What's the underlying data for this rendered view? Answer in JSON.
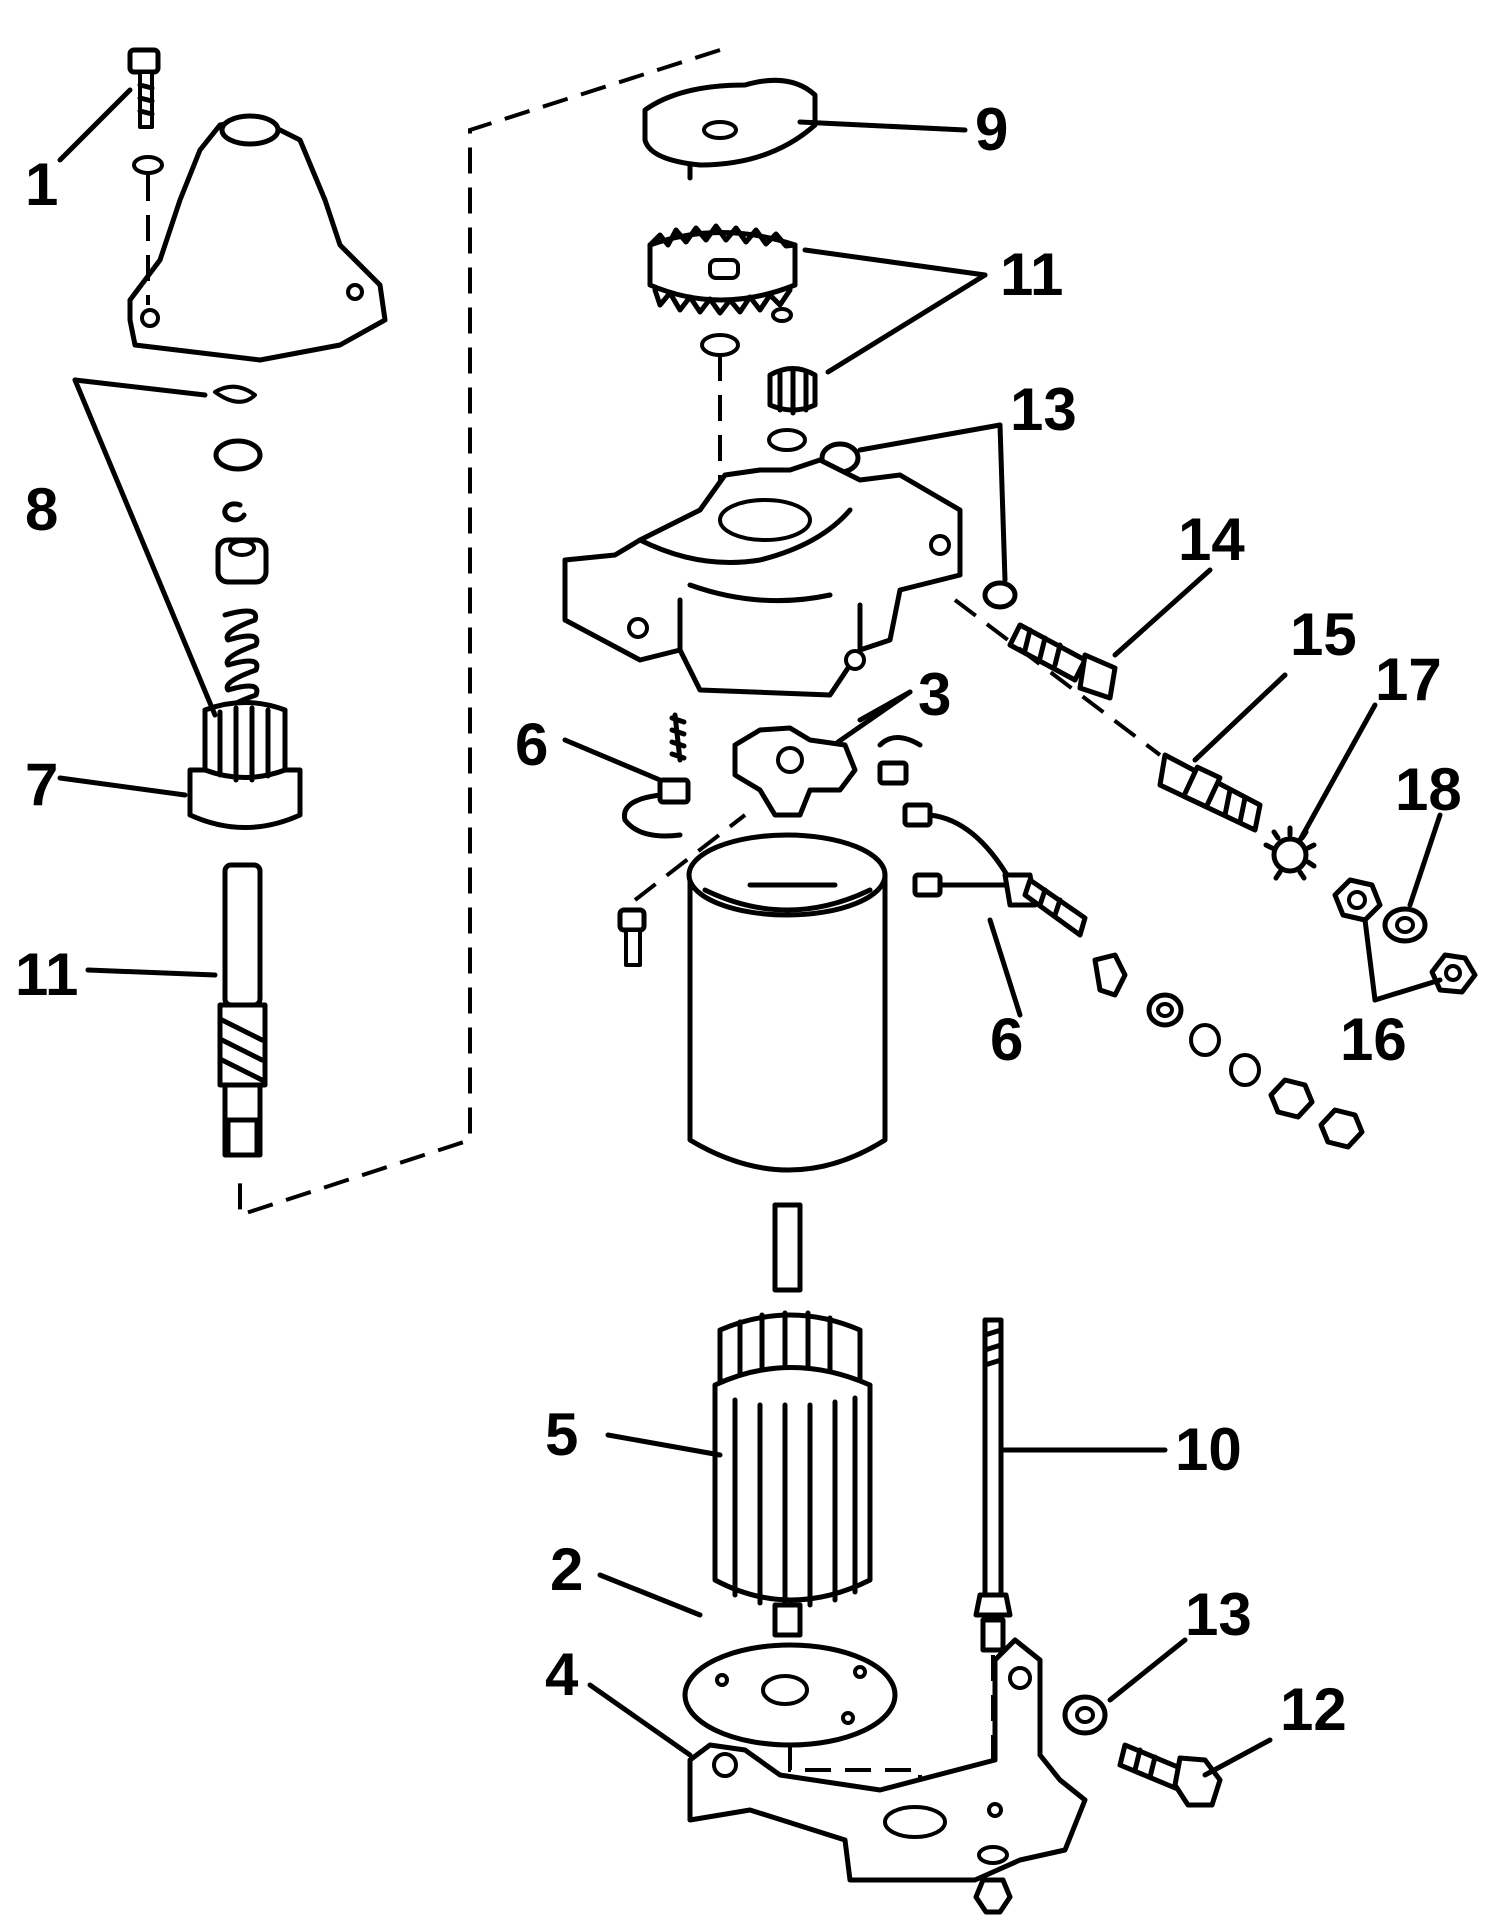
{
  "diagram": {
    "callouts": {
      "c1": "1",
      "c2": "2",
      "c3": "3",
      "c4": "4",
      "c5": "5",
      "c6a": "6",
      "c6b": "6",
      "c7": "7",
      "c8": "8",
      "c9": "9",
      "c10": "10",
      "c11a": "11",
      "c11b": "11",
      "c12": "12",
      "c13a": "13",
      "c13b": "13",
      "c14": "14",
      "c15": "15",
      "c16": "16",
      "c17": "17",
      "c18": "18"
    }
  }
}
